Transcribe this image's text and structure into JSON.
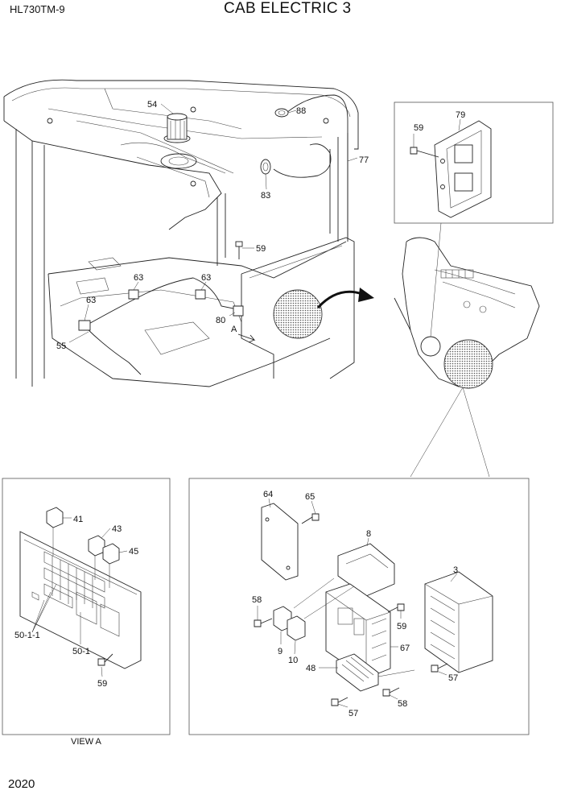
{
  "header": {
    "model": "HL730TM-9",
    "title": "CAB ELECTRIC 3"
  },
  "footer": {
    "page_number": "2020"
  },
  "view_label": "VIEW A",
  "callouts": {
    "p54": "54",
    "p88": "88",
    "p77": "77",
    "p83": "83",
    "p59a": "59",
    "p63a": "63",
    "p63b": "63",
    "p63c": "63",
    "p80": "80",
    "pA": "A",
    "p55": "55",
    "p79": "79",
    "p59b": "59",
    "p41": "41",
    "p43": "43",
    "p45": "45",
    "p50_1_1": "50-1-1",
    "p50_1": "50-1",
    "p59c": "59",
    "p64": "64",
    "p65": "65",
    "p8": "8",
    "p3": "3",
    "p58a": "58",
    "p59d": "59",
    "p9": "9",
    "p10": "10",
    "p67": "67",
    "p48": "48",
    "p57a": "57",
    "p57b": "57",
    "p58b": "58"
  }
}
